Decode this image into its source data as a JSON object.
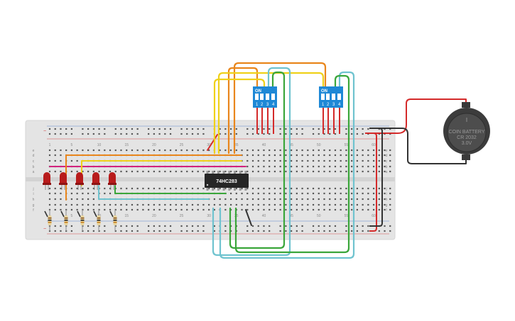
{
  "chip": {
    "label": "74HC283"
  },
  "dip_switches": [
    {
      "on_label": "ON",
      "pins": [
        "1",
        "2",
        "3",
        "4"
      ]
    },
    {
      "on_label": "ON",
      "pins": [
        "1",
        "2",
        "3",
        "4"
      ]
    }
  ],
  "battery": {
    "line1": "COIN BATTERY",
    "line2": "CR 2032",
    "line3": "3.0V"
  },
  "breadboard": {
    "column_labels": [
      "1",
      "5",
      "10",
      "15",
      "20",
      "25",
      "30",
      "35",
      "40",
      "45",
      "50",
      "55",
      "60"
    ],
    "row_labels_top": [
      "a",
      "b",
      "c",
      "d",
      "e"
    ],
    "row_labels_bottom": [
      "f",
      "g",
      "h",
      "i",
      "j"
    ],
    "rail_minus": "−",
    "rail_plus": "+"
  },
  "leds": {
    "count": 5,
    "color": "#b81c1c"
  },
  "resistors": {
    "count": 5
  },
  "colors": {
    "board": "#e4e4e4",
    "hole": "#585858",
    "rail_red": "#d23a3a",
    "rail_blue": "#4b77c8",
    "wire_orange": "#e9861c",
    "wire_yellow": "#efd11a",
    "wire_green": "#3aa63a",
    "wire_cyan": "#6fc3cf",
    "wire_magenta": "#d2237e",
    "wire_red": "#d42a2a",
    "wire_black": "#333333",
    "switch_blue": "#1e88d6",
    "chip_body": "#262626"
  }
}
